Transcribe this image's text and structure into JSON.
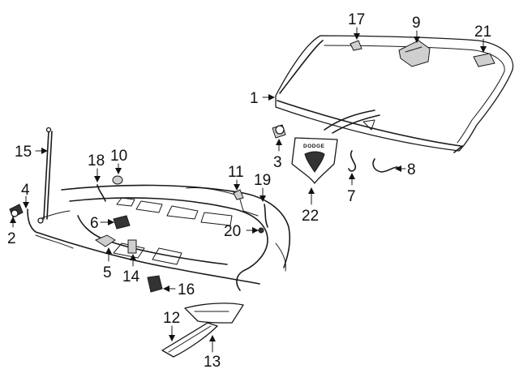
{
  "diagram": {
    "badge_text": "DODGE",
    "callouts": {
      "c1": "1",
      "c2": "2",
      "c3": "3",
      "c4": "4",
      "c5": "5",
      "c6": "6",
      "c7": "7",
      "c8": "8",
      "c9": "9",
      "c10": "10",
      "c11": "11",
      "c12": "12",
      "c13": "13",
      "c14": "14",
      "c15": "15",
      "c16": "16",
      "c17": "17",
      "c18": "18",
      "c19": "19",
      "c20": "20",
      "c21": "21",
      "c22": "22"
    }
  }
}
